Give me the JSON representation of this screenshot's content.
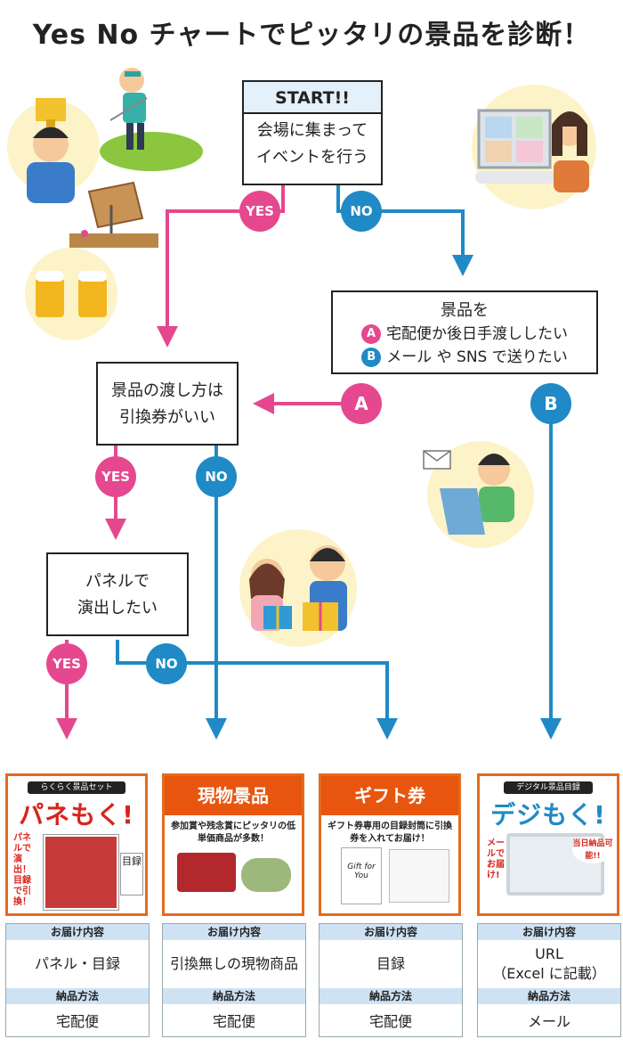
{
  "title": "Yes No チャートでピッタリの景品を診断！",
  "start": {
    "header": "START!!",
    "lines": [
      "会場に集まって",
      "イベントを行う"
    ]
  },
  "q_prize": {
    "lines": [
      "景品を"
    ],
    "optA": "宅配便か後日手渡ししたい",
    "optB": "メール や SNS で送りたい",
    "a": "A",
    "b": "B"
  },
  "q_coupon": {
    "lines": [
      "景品の渡し方は",
      "引換券がいい"
    ]
  },
  "q_panel": {
    "lines": [
      "パネルで",
      "演出したい"
    ]
  },
  "labels": {
    "yes": "YES",
    "no": "NO",
    "a": "A",
    "b": "B"
  },
  "colors": {
    "pink": "#e5488e",
    "blue": "#1f8ac5",
    "orange": "#e8550f"
  },
  "cards": [
    {
      "banner_small": "らくらく景品セット",
      "logo": "パネもく!",
      "side_text": "パネルで演出！目録で引換！",
      "panel_text": "目録",
      "content_header": "お届け内容",
      "content": [
        "パネル・目録"
      ],
      "method_header": "納品方法",
      "method": "宅配便"
    },
    {
      "banner": "現物景品",
      "sub": "参加賞や残念賞にピッタリの低単価商品が多数！",
      "content_header": "お届け内容",
      "content": [
        "引換無しの現物商品"
      ],
      "method_header": "納品方法",
      "method": "宅配便"
    },
    {
      "banner": "ギフト券",
      "sub": "ギフト券専用の目録封筒に引換券を入れてお届け！",
      "envelope_text": "Gift for You",
      "content_header": "お届け内容",
      "content": [
        "目録"
      ],
      "method_header": "納品方法",
      "method": "宅配便"
    },
    {
      "banner_small": "デジタル景品目録",
      "logo": "デジもく!",
      "side_text": "メールでお届け!",
      "badge": "当日納品可能!!",
      "content_header": "お届け内容",
      "content": [
        "URL",
        "（Excel に記載）"
      ],
      "method_header": "納品方法",
      "method": "メール"
    }
  ]
}
